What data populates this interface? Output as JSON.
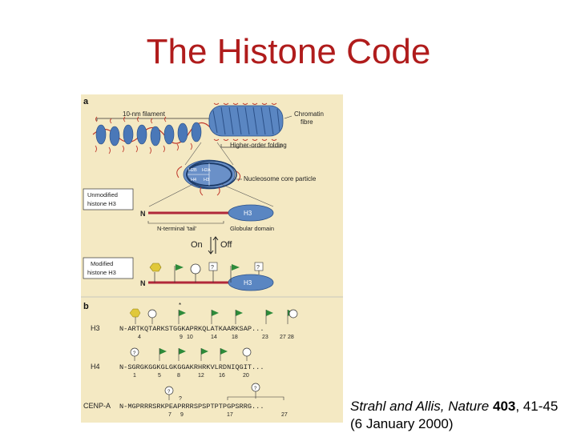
{
  "slide": {
    "title": "The Histone Code"
  },
  "figure": {
    "panel_a": {
      "letter": "a",
      "label_10nm": "10-nm filament",
      "label_chromatin_line1": "Chromatin",
      "label_chromatin_line2": "fibre",
      "label_higher_order": "Higher-order folding",
      "label_core_particle": "Nucleosome core particle",
      "histones": [
        "H2B",
        "H2A",
        "H4",
        "H3"
      ],
      "unmodified_line1": "Unmodified",
      "unmodified_line2": "histone H3",
      "modified_line1": "Modified",
      "modified_line2": "histone H3",
      "n_label": "N",
      "h3_label": "H3",
      "tail_label": "N-terminal 'tail'",
      "globular_label": "Globular domain",
      "on_label": "On",
      "off_label": "Off",
      "question": "?"
    },
    "panel_b": {
      "letter": "b",
      "star": "*",
      "rows": [
        {
          "name": "H3",
          "sequence": "N-ARTKQTARKSTGGKAPRKQLATKAARKSAP...",
          "positions": [
            "4",
            "9",
            "10",
            "14",
            "18",
            "23",
            "27",
            "28"
          ]
        },
        {
          "name": "H4",
          "sequence": "N-SGRGKGGKGLGKGGAKRHRKVLRDNIQGIT...",
          "positions": [
            "1",
            "5",
            "8",
            "12",
            "16",
            "20"
          ]
        },
        {
          "name": "CENP-A",
          "sequence": "N-MGPRRRSRKPEAPRRRSPSPTPTPGPSRRG...",
          "positions": [
            "7",
            "9",
            "17",
            "27"
          ]
        }
      ]
    }
  },
  "citation": {
    "authors": "Strahl and Allis,",
    "journal": "Nature",
    "volume": "403",
    "pages": ", 41-45",
    "date": "(6 January 2000)"
  }
}
